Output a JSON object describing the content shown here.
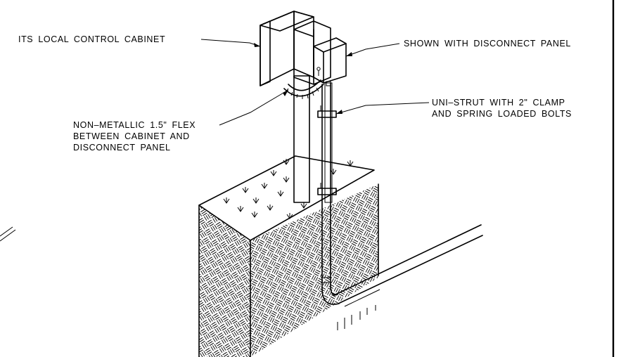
{
  "labels": {
    "cabinet": "ITS LOCAL CONTROL CABINET",
    "disconnect": "SHOWN WITH DISCONNECT PANEL",
    "unistrut_line1": "UNI–STRUT WITH 2\" CLAMP",
    "unistrut_line2": "AND SPRING LOADED BOLTS",
    "flex_line1": "NON–METALLIC 1.5\" FLEX",
    "flex_line2": "BETWEEN CABINET AND",
    "flex_line3": "DISCONNECT PANEL"
  }
}
